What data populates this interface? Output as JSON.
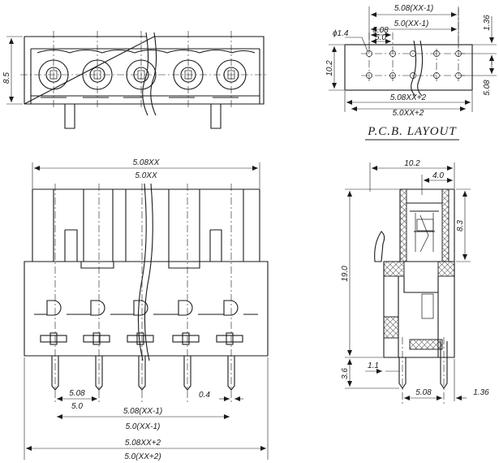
{
  "title": "P.C.B. LAYOUT",
  "top_view": {
    "height": "8.5"
  },
  "pcb_layout": {
    "pitch_span": "5.08(XX-1)",
    "pitch_span_alt": "5.0(XX-1)",
    "hole_dia": "ϕ1.4",
    "pitch": "5.08",
    "pitch_alt": "5.0",
    "width": "10.2",
    "top_offset": "1.36",
    "row_spacing": "5.08",
    "total": "5.08XX+2",
    "total_alt": "5.0XX+2"
  },
  "front_view": {
    "width": "5.08XX",
    "width_alt": "5.0XX",
    "pitch": "5.08",
    "pitch_alt": "5.0",
    "pin_w": "0.4",
    "span": "5.08(XX-1)",
    "span_alt": "5.0(XX-1)",
    "total": "5.08XX+2",
    "total_alt": "5.0(XX+2)"
  },
  "side_view": {
    "depth": "10.2",
    "top_w": "4.0",
    "top_h": "8.3",
    "height": "19.0",
    "pin_len": "3.6",
    "pin_off": "1.1",
    "pin_pitch": "5.08",
    "edge": "1.36"
  }
}
